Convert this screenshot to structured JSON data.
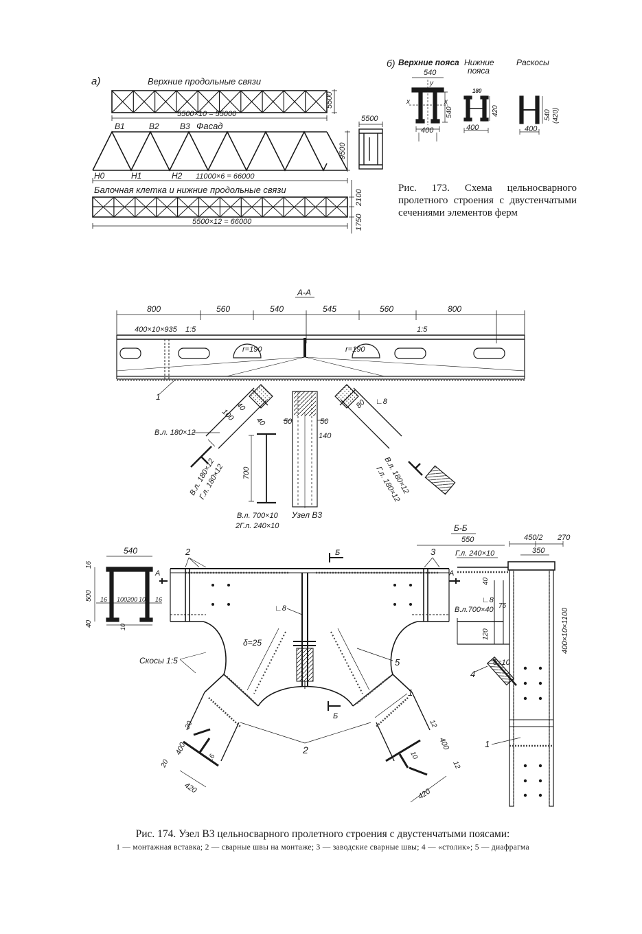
{
  "fig173": {
    "part_a": "а)",
    "part_b": "б)",
    "top_bracing_title": "Верхние продольные связи",
    "dim_top": "5500×10 = 55000",
    "dim_top_h": "5500",
    "node_labels_top": [
      "В1",
      "В2",
      "В3"
    ],
    "facade": "Фасад",
    "dim_facade_h": "9500",
    "dim_side_w": "5500",
    "node_labels_bottom": [
      "Н0",
      "Н1",
      "Н2"
    ],
    "dim_facade": "11000×6 = 66000",
    "bottom_bracing_title": "Балочная клетка и нижние продольные связи",
    "dim_bottom": "5500×12 = 66000",
    "dim_bottom_h1": "2100",
    "dim_bottom_h2": "1750",
    "sec_titles": [
      "Верхние пояса",
      "Нижние",
      "пояса",
      "Раскосы"
    ],
    "sec_dims": {
      "top_w": "540",
      "top_b": "400",
      "top_h": "540",
      "x": "x",
      "y": "y",
      "bot_w": "180",
      "bot_b": "400",
      "bot_h": "420",
      "diag_b": "400",
      "diag_h": "540",
      "diag_h2": "(420)"
    },
    "caption": "Рис. 173. Схема цельносварного пролетного строения с двустенчатыми сечениями элементов ферм"
  },
  "fig174": {
    "section_aa": "А-А",
    "dims_aa": [
      "800",
      "560",
      "540",
      "545",
      "560",
      "800"
    ],
    "plate_note": "400×10×935",
    "slope_1": "1:5",
    "slope_2": "1:5",
    "radius_1": "r=190",
    "radius_2": "r=190",
    "callout_1": "1",
    "angle_l8": "∟8",
    "d40": "40",
    "d100": "100",
    "d40b": "40",
    "d80": "80",
    "d50a": "50",
    "d50b": "50",
    "d140": "140",
    "vl_180": "В.л. 180×12",
    "left_diag_note": [
      "В.л. 180×12",
      "Г.л. 180×12"
    ],
    "right_diag_note": [
      "В.л. 180×12",
      "Г.л. 180×12"
    ],
    "web_700": "700",
    "web_note": [
      "В.л. 700×10",
      "2Г.л. 240×10"
    ],
    "node_b3": "Узел В3",
    "section_bb": "Б-Б",
    "dim_550": "550",
    "gl_240": "Г.л. 240×10",
    "dim_450": "450/2",
    "dim_270": "270",
    "dim_350": "350",
    "sec_a_dims": [
      "540",
      "16",
      "500",
      "40",
      "16",
      "100",
      "200",
      "100",
      "16",
      "10"
    ],
    "mark_a": "А",
    "mark_b": "Б",
    "callout_2": "2",
    "callout_3": "3",
    "l8_center": "∟8",
    "delta_25": "δ=25",
    "skosy": "Скосы 1:5",
    "callout_5": "5",
    "callout_1b": "1",
    "callout_2b": "2",
    "callout_4": "4",
    "callout_1c": "1",
    "bb_dims": [
      "40",
      "∟8",
      "В.л.700×40",
      "75",
      "120",
      "δ=10",
      "400×10×1100"
    ],
    "left_chord_dims": [
      "20",
      "400",
      "20",
      "16",
      "420"
    ],
    "right_chord_dims": [
      "12",
      "400",
      "10",
      "12",
      "420"
    ],
    "caption_title": "Рис. 174. Узел В3 цельносварного пролетного строения с двустенчатыми поясами:",
    "caption_legend": "1 — монтажная вставка; 2 — сварные швы на монтаже; 3 — заводские сварные швы; 4 — «столик»; 5 — диафрагма"
  }
}
